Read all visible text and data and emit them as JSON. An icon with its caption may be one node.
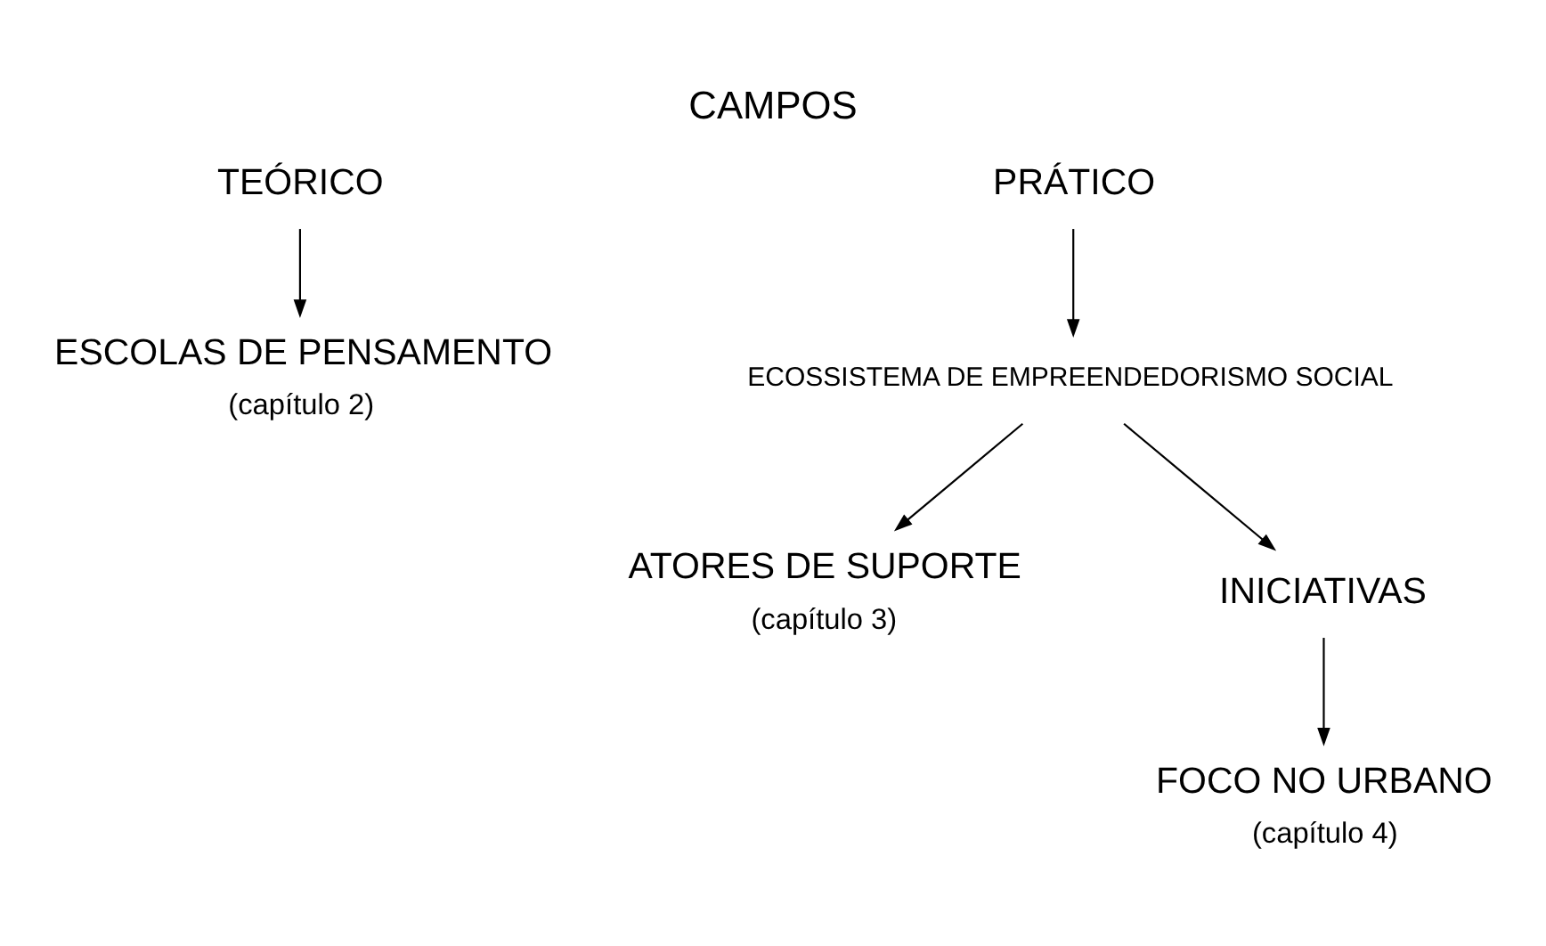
{
  "diagram": {
    "title": "CAMPOS",
    "nodes": [
      {
        "text": [
          "TEÓRICO"
        ]
      },
      {
        "text": [
          "ESCOLAS DE PENSAMENTO"
        ],
        "beside": [
          "(capítulo 2)"
        ]
      },
      {
        "text": [
          "PRÁTICO"
        ]
      },
      {
        "text": [
          "ECOSSISTEMA DE EMPREENDEDORISMO SOCIAL"
        ]
      },
      {
        "text": [
          "ATORES DE SUPORTE"
        ],
        "beside": [
          "(capítulo 3)"
        ]
      },
      {
        "text": [
          "INICIATIVAS"
        ]
      },
      {
        "text": [
          "FOCO NO URBANO"
        ],
        "beside": [
          "(capítulo 4)"
        ]
      }
    ],
    "edges": [
      {
        "from": 0,
        "to": 1,
        "arrow": "to"
      },
      {
        "from": 2,
        "to": 3,
        "arrow": "to"
      },
      {
        "from": 3,
        "to": 4,
        "arrow": "to"
      },
      {
        "from": 3,
        "to": 5,
        "arrow": "to"
      },
      {
        "from": 5,
        "to": 6,
        "arrow": "to"
      }
    ]
  }
}
